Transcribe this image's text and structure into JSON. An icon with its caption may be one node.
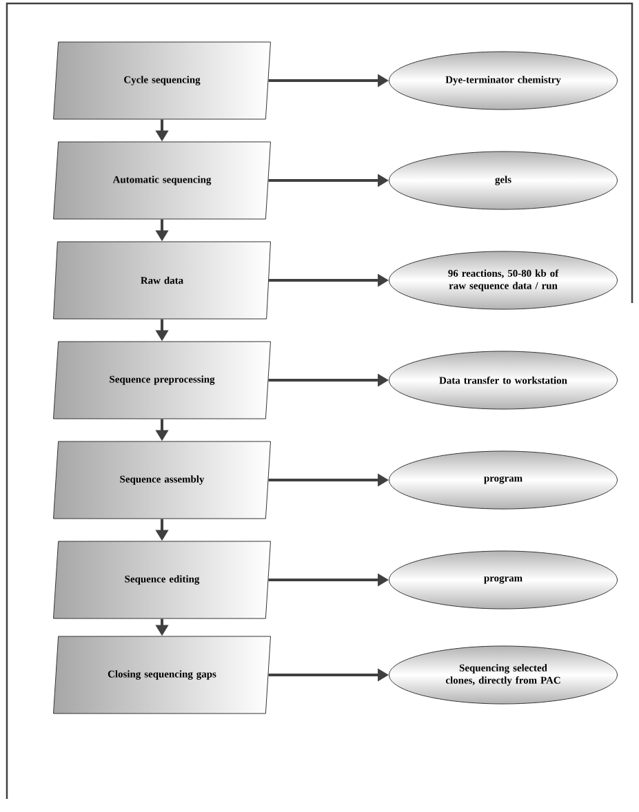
{
  "diagram": {
    "nodes": [
      {
        "text": [
          "Cycle sequencing"
        ]
      },
      {
        "text": [
          "Dye-terminator chemistry"
        ]
      },
      {
        "text": [
          "Automatic sequencing"
        ]
      },
      {
        "text": [
          "gels"
        ]
      },
      {
        "text": [
          "Raw data"
        ]
      },
      {
        "text": [
          "96 reactions, 50-80 kb of raw sequence data / run"
        ]
      },
      {
        "text": [
          "Sequence preprocessing"
        ]
      },
      {
        "text": [
          "Data transfer to workstation"
        ]
      },
      {
        "text": [
          "Sequence assembly"
        ]
      },
      {
        "text": [
          "program"
        ]
      },
      {
        "text": [
          "Sequence editing"
        ]
      },
      {
        "text": [
          "program"
        ]
      },
      {
        "text": [
          "Closing sequencing gaps"
        ]
      },
      {
        "text": [
          "Sequencing selected clones, directly from PAC"
        ]
      }
    ],
    "edges": [
      {
        "from": 0,
        "to": 1,
        "arrow": "to"
      },
      {
        "from": 0,
        "to": 2,
        "arrow": "to"
      },
      {
        "from": 2,
        "to": 3,
        "arrow": "to"
      },
      {
        "from": 2,
        "to": 4,
        "arrow": "to"
      },
      {
        "from": 4,
        "to": 5,
        "arrow": "to"
      },
      {
        "from": 4,
        "to": 6,
        "arrow": "to"
      },
      {
        "from": 6,
        "to": 7,
        "arrow": "to"
      },
      {
        "from": 6,
        "to": 8,
        "arrow": "to"
      },
      {
        "from": 8,
        "to": 9,
        "arrow": "to"
      },
      {
        "from": 8,
        "to": 10,
        "arrow": "to"
      },
      {
        "from": 10,
        "to": 11,
        "arrow": "to"
      },
      {
        "from": 10,
        "to": 12,
        "arrow": "to"
      },
      {
        "from": 12,
        "to": 13,
        "arrow": "to"
      }
    ]
  }
}
